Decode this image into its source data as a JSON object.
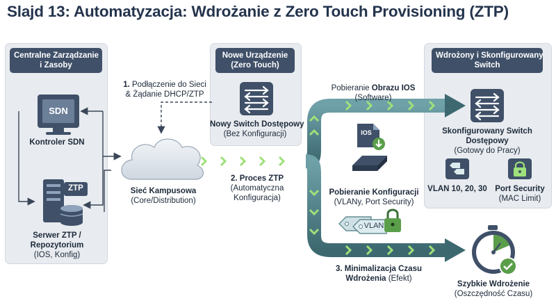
{
  "title": "Slajd 13: Automatyzacja: Wdrożanie z Zero Touch Provisioning (ZTP)",
  "panels": {
    "central": {
      "line1": "Centralne Zarządzanie",
      "line2": "i Zasoby"
    },
    "new_device": {
      "line1": "Nowe Urządzenie",
      "line2": "(Zero Touch)"
    },
    "deployed": {
      "line1": "Wdrożony i Skonfigurowany",
      "line2": "Switch"
    }
  },
  "sdn": {
    "icon_text": "SDN",
    "label": "Kontroler SDN"
  },
  "ztp_server": {
    "icon_text": "ZTP",
    "label1": "Serwer ZTP /",
    "label2": "Repozytorium",
    "sub": "(IOS, Konfig)"
  },
  "campus": {
    "label": "Sieć Kampusowa",
    "sub": "(Core/Distribution)"
  },
  "new_switch": {
    "label": "Nowy Switch Dostępowy",
    "sub": "(Bez Konfiguracji)"
  },
  "step1": {
    "num": "1.",
    "line1": " Podłączenie do Sieci",
    "line2": "& Żądanie DHCP/ZTP"
  },
  "step2": {
    "line1": "2. Proces ZTP",
    "line2": "(Automatyczna",
    "line3": "Konfiguracja)"
  },
  "ios_download": {
    "prefix": "Pobieranie ",
    "bold": "Obrazu IOS",
    "sub": "(Software)",
    "icon_text": "IOS"
  },
  "config_download": {
    "line1": "Pobieranie Konfiguracji",
    "sub": "(VLANy, Port Security)",
    "tag_text": "VLAN"
  },
  "configured_switch": {
    "line1": "Skonfigurowany Switch",
    "line2": "Dostępowy",
    "sub": "(Gotowy do Pracy)"
  },
  "vlan": {
    "label": "VLAN 10, 20, 30"
  },
  "port_security": {
    "label": "Port Security",
    "sub": "(MAC Limit)"
  },
  "step3": {
    "line1": "3. Minimalizacja Czasu",
    "bold2": "Wdrożenia",
    "rest2": " (Efekt)"
  },
  "fast_deploy": {
    "label": "Szybkie Wdrożenie",
    "sub": "(Oszczędność Czasu)"
  },
  "colors": {
    "dark": "#3f5068",
    "teal": "#4c7a82",
    "green": "#8fcf6a",
    "panel": "#e8ebef"
  }
}
